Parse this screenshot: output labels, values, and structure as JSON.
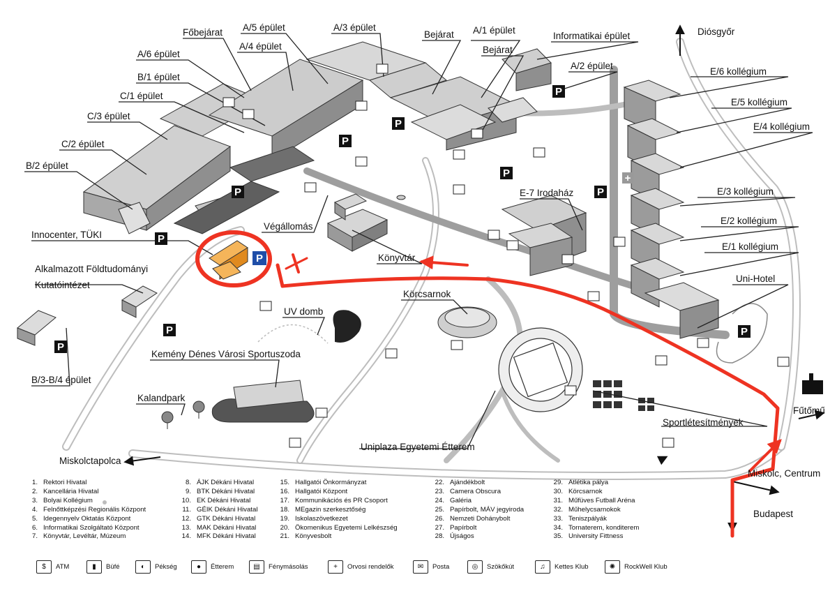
{
  "labels": {
    "a5": "A/5 épület",
    "a3": "A/3 épület",
    "a4": "A/4 épület",
    "fobejarat": "Főbejárat",
    "bejarat1": "Bejárat",
    "bejarat2": "Bejárat",
    "a1": "A/1 épület",
    "info": "Informatikai épület",
    "a2": "A/2 épület",
    "a6": "A/6 épület",
    "b1": "B/1 épület",
    "c1": "C/1 épület",
    "c3": "C/3 épület",
    "c2": "C/2 épület",
    "b2": "B/2 épület",
    "innocenter": "Innocenter, TÜKI",
    "alkalmazott1": "Alkalmazott Földtudományi",
    "alkalmazott2": "Kutatóintézet",
    "b3b4": "B/3-B/4 épület",
    "vegallomas": "Végállomás",
    "konyvtar": "Könyvtár",
    "e7": "E-7 Irodaház",
    "korcsarnok": "Körcsarnok",
    "uvdomb": "UV domb",
    "uszoda": "Kemény Dénes Városi Sportuszoda",
    "kalandpark": "Kalandpark",
    "uniplaza": "Uniplaza Egyetemi Étterem",
    "sport": "Sportlétesítmények",
    "e6": "E/6 kollégium",
    "e5": "E/5 kollégium",
    "e4": "E/4 kollégium",
    "e3": "E/3 kollégium",
    "e2": "E/2 kollégium",
    "e1": "E/1 kollégium",
    "unihotel": "Uni-Hotel"
  },
  "directions": {
    "diosgyor": "Diósgyőr",
    "futomu": "Fűtőmű",
    "miskolctapolca": "Miskolctapolca",
    "centrum": "Miskolc, Centrum",
    "budapest": "Budapest"
  },
  "markers": {
    "parking": "P",
    "plus": "+"
  },
  "legend": [
    {
      "num": "1.",
      "text": "Rektori Hivatal"
    },
    {
      "num": "2.",
      "text": "Kancellária Hivatal"
    },
    {
      "num": "3.",
      "text": "Bolyai Kollégium"
    },
    {
      "num": "4.",
      "text": "Felnőttképzési Regionális Központ"
    },
    {
      "num": "5.",
      "text": "Idegennyelv Oktatás Központ"
    },
    {
      "num": "6.",
      "text": "Informatikai Szolgáltató Központ"
    },
    {
      "num": "7.",
      "text": "Könyvtár, Levéltár, Múzeum"
    },
    {
      "num": "8.",
      "text": "ÁJK Dékáni Hivatal"
    },
    {
      "num": "9.",
      "text": "BTK Dékáni Hivatal"
    },
    {
      "num": "10.",
      "text": "EK Dékáni Hivatal"
    },
    {
      "num": "11.",
      "text": "GÉIK Dékáni Hivatal"
    },
    {
      "num": "12.",
      "text": "GTK Dékáni Hivatal"
    },
    {
      "num": "13.",
      "text": "MAK Dékáni Hivatal"
    },
    {
      "num": "14.",
      "text": "MFK Dékáni Hivatal"
    },
    {
      "num": "15.",
      "text": "Hallgatói Önkormányzat"
    },
    {
      "num": "16.",
      "text": "Hallgatói Központ"
    },
    {
      "num": "17.",
      "text": "Kommunikációs és PR Csoport"
    },
    {
      "num": "18.",
      "text": "MEgazin szerkesztőség"
    },
    {
      "num": "19.",
      "text": "Iskolaszövetkezet"
    },
    {
      "num": "20.",
      "text": "Ökomenikus Egyetemi Lelkészség"
    },
    {
      "num": "21.",
      "text": "Könyvesbolt"
    },
    {
      "num": "22.",
      "text": "Ajándékbolt"
    },
    {
      "num": "23.",
      "text": "Camera Obscura"
    },
    {
      "num": "24.",
      "text": "Galéria"
    },
    {
      "num": "25.",
      "text": "Papírbolt, MÁV jegyiroda"
    },
    {
      "num": "26.",
      "text": "Nemzeti Dohánybolt"
    },
    {
      "num": "27.",
      "text": "Papírbolt"
    },
    {
      "num": "28.",
      "text": "Újságos"
    },
    {
      "num": "29.",
      "text": "Atlétika pálya"
    },
    {
      "num": "30.",
      "text": "Körcsarnok"
    },
    {
      "num": "31.",
      "text": "Műfüves Futball Aréna"
    },
    {
      "num": "32.",
      "text": "Műhelycsarnokok"
    },
    {
      "num": "33.",
      "text": "Teniszpályák"
    },
    {
      "num": "34.",
      "text": "Tornaterem, konditerem"
    },
    {
      "num": "35.",
      "text": "University Fittness"
    }
  ],
  "icon_legend": [
    {
      "icon": "atm-icon",
      "glyph": "$",
      "label": "ATM"
    },
    {
      "icon": "buffet-icon",
      "glyph": "▮",
      "label": "Büfé"
    },
    {
      "icon": "bakery-icon",
      "glyph": "◐",
      "label": "Pékség"
    },
    {
      "icon": "restaurant-icon",
      "glyph": "●",
      "label": "Étterem"
    },
    {
      "icon": "copy-icon",
      "glyph": "▤",
      "label": "Fénymásolás"
    },
    {
      "icon": "medical-icon",
      "glyph": "+",
      "label": "Orvosi rendelők"
    },
    {
      "icon": "post-icon",
      "glyph": "✉",
      "label": "Posta"
    },
    {
      "icon": "fountain-icon",
      "glyph": "◎",
      "label": "Szökőkút"
    },
    {
      "icon": "club-icon",
      "glyph": "♫",
      "label": "Kettes Klub"
    },
    {
      "icon": "rockwell-icon",
      "glyph": "✺",
      "label": "RockWell Klub"
    }
  ]
}
